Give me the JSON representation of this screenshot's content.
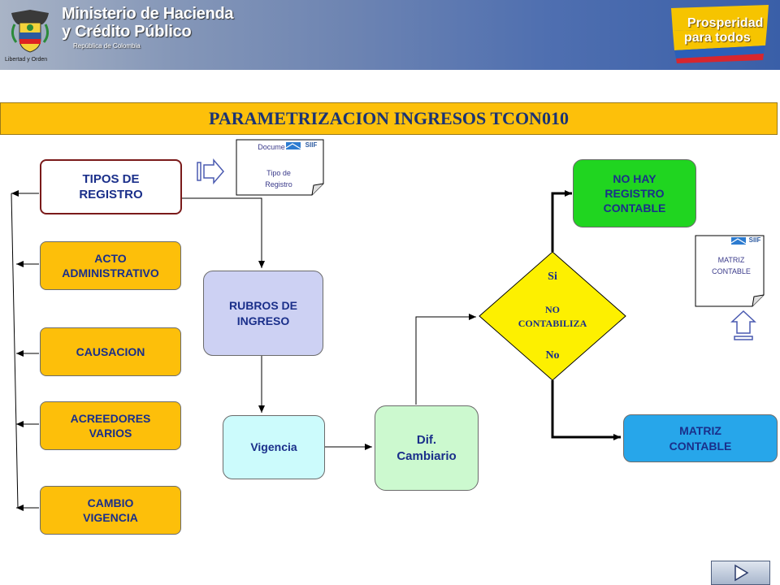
{
  "header": {
    "ministry_line1": "Ministerio de Hacienda",
    "ministry_line2": "y Crédito Público",
    "republic": "República de Colombia",
    "crest_caption": "Libertad y Orden",
    "slogan_line1": "Prosperidad",
    "slogan_line2": "para todos"
  },
  "title": "PARAMETRIZACION  INGRESOS TCON010",
  "nodes": {
    "tipos": "TIPOS DE\nREGISTRO",
    "acto": "ACTO\nADMINISTRATIVO",
    "causacion": "CAUSACION",
    "acreedores": "ACREEDORES\nVARIOS",
    "cambio": "CAMBIO\nVIGENCIA",
    "rubros": "RUBROS DE\nINGRESO",
    "vigencia": "Vigencia",
    "dif": "Dif.\nCambiario",
    "decision": "NO\nCONTABILIZA",
    "decision_yes": "Si",
    "decision_no": "No",
    "nohay": "NO HAY\nREGISTRO\nCONTABLE",
    "matriz": "MATRIZ\nCONTABLE"
  },
  "documents": {
    "doc1_header": "Docume",
    "doc1_body": "Tipo de\nRegistro",
    "doc2_body": "MATRIZ\nCONTABLE",
    "logo_text": "SIIF"
  },
  "colors": {
    "orange": "#fdbf0a",
    "dark_blue_text": "#1a2f8a",
    "green": "#20d520",
    "blue": "#27a6ea",
    "yellow_diamond": "#fdf000"
  }
}
